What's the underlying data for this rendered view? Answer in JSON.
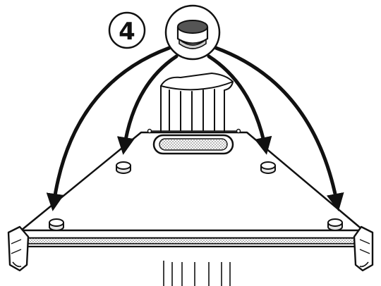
{
  "step": {
    "number": "4"
  },
  "colors": {
    "ink": "#111111",
    "paper": "#ffffff",
    "foot_shade": "#e6e6e6",
    "hatch": "#9a9a9a"
  },
  "icons": {
    "step_badge": "circled-number",
    "part_callout": "rubber-foot-icon",
    "arrows": "curved-arrow-icon",
    "feet": "rubber-foot-icon"
  },
  "foot_count": 4
}
